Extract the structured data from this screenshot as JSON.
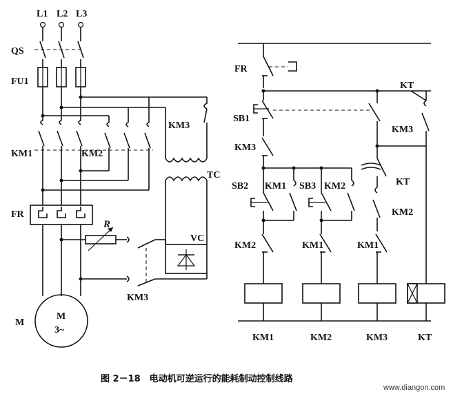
{
  "labels": {
    "L1": "L1",
    "L2": "L2",
    "L3": "L3",
    "QS": "QS",
    "FU1": "FU1",
    "KM1": "KM1",
    "KM2": "KM2",
    "KM3": "KM3",
    "FR": "FR",
    "M": "M",
    "motor_top": "M",
    "motor_bottom": "3~",
    "R": "R",
    "VC": "VC",
    "TC": "TC",
    "KT": "KT",
    "SB1": "SB1",
    "SB2": "SB2",
    "SB3": "SB3"
  },
  "coils": [
    "KM1",
    "KM2",
    "KM3",
    "KT"
  ],
  "caption": "图 2－18　电动机可逆运行的能耗制动控制线路",
  "watermark": "www.diangon.com"
}
